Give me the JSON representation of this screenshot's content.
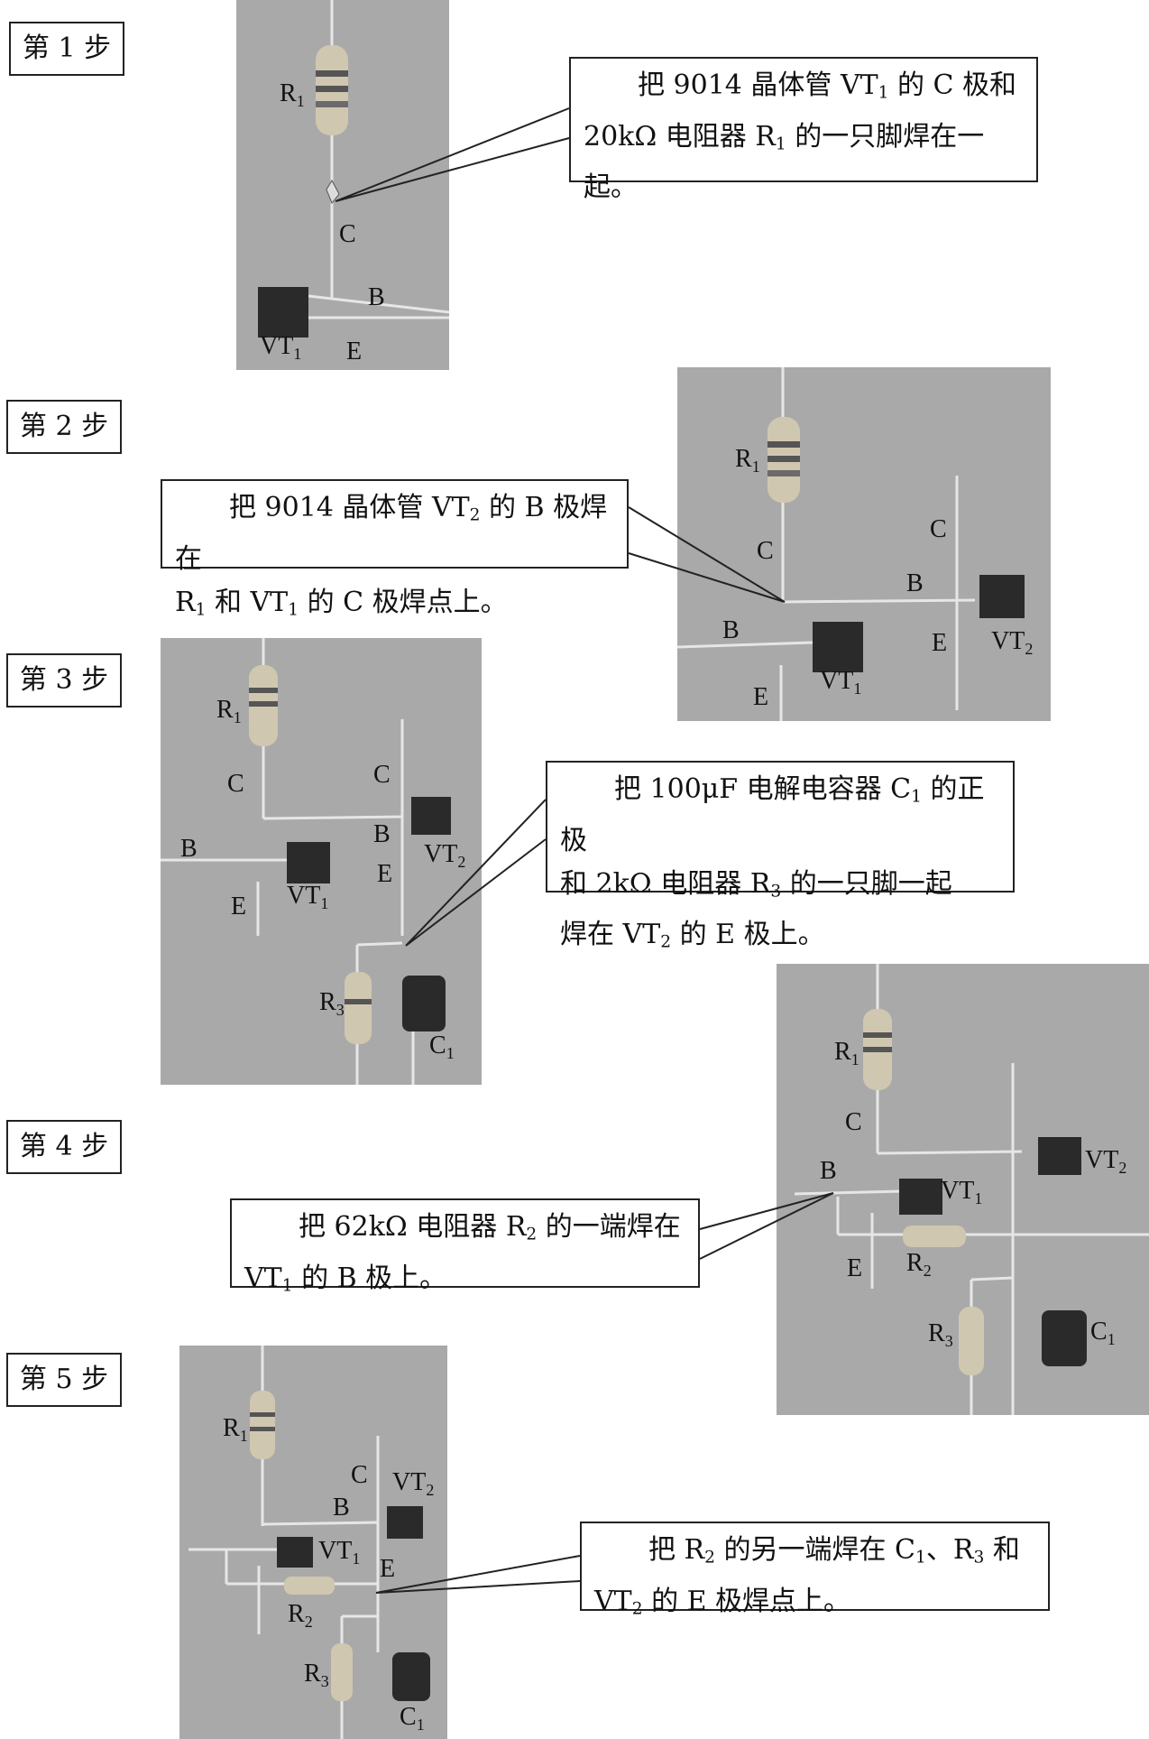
{
  "steps": [
    {
      "label": "第 1 步",
      "note_a": "把 9014 晶体管 VT",
      "note_a_sub": "1",
      "note_b": " 的 C 极和",
      "note_c": "20kΩ 电阻器 R",
      "note_c_sub": "1",
      "note_d": " 的一只脚焊在一",
      "note_e": "起。"
    },
    {
      "label": "第 2 步",
      "note_a": "把 9014 晶体管 VT",
      "note_a_sub": "2",
      "note_b": " 的 B 极焊在",
      "note_c": "R",
      "note_c_sub": "1",
      "note_d": " 和 VT",
      "note_d_sub": "1",
      "note_e": " 的 C 极焊点上。"
    },
    {
      "label": "第 3 步",
      "note_a": "把 100μF 电解电容器 C",
      "note_a_sub": "1",
      "note_b": " 的正极",
      "note_c": "和 2kΩ 电阻器 R",
      "note_c_sub": "3",
      "note_d": " 的一只脚一起",
      "note_e": "焊在 VT",
      "note_e_sub": "2",
      "note_f": " 的 E 极上。"
    },
    {
      "label": "第 4 步",
      "note_a": "把 62kΩ 电阻器 R",
      "note_a_sub": "2",
      "note_b": " 的一端焊在",
      "note_c": "VT",
      "note_c_sub": "1",
      "note_d": " 的 B 极上。"
    },
    {
      "label": "第 5 步",
      "note_a": "把 R",
      "note_a_sub": "2",
      "note_b": " 的另一端焊在 C",
      "note_b_sub": "1",
      "note_c": "、R",
      "note_c_sub": "3",
      "note_d": " 和",
      "note_e": "VT",
      "note_e_sub": "2",
      "note_f": " 的 E 极焊点上。"
    }
  ],
  "labels": {
    "R": "R",
    "C": "C",
    "B": "B",
    "E": "E",
    "VT": "VT",
    "s1": "1",
    "s2": "2",
    "s3": "3"
  },
  "colors": {
    "photo_bg": "#a9a9a9",
    "wire": "#e6e6e6",
    "transistor": "#2a2a2a",
    "resistor": "#cfc7b0"
  }
}
